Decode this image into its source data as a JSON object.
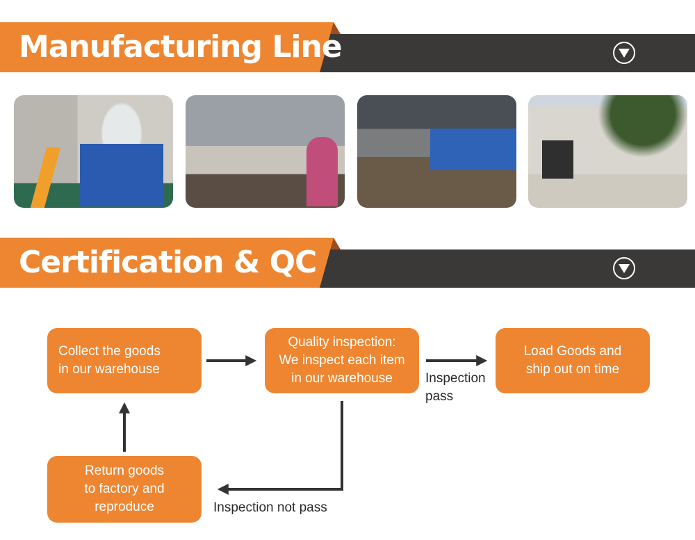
{
  "sections": [
    {
      "title": "Manufacturing Line",
      "toggle_icon": "chevron-down-circle-icon"
    },
    {
      "title": "Certification & QC",
      "toggle_icon": "chevron-down-circle-icon"
    }
  ],
  "photos": [
    {
      "label": "shoe injection molding machine"
    },
    {
      "label": "sewing workshop"
    },
    {
      "label": "assembly line"
    },
    {
      "label": "factory building exterior"
    }
  ],
  "flow": {
    "steps": [
      {
        "text": "Collect the goods\nin our warehouse"
      },
      {
        "text": "Quality inspection:\nWe inspect each item\nin our warehouse"
      },
      {
        "text": "Load Goods and\nship out on time"
      },
      {
        "text": "Return goods\nto factory and\nreproduce"
      }
    ],
    "labels": {
      "pass": "Inspection\npass",
      "not_pass": "Inspection not pass"
    }
  },
  "colors": {
    "accent": "#ee8631",
    "dark_band": "#3a3938",
    "fold": "#a24b1d",
    "arrow": "#333333"
  }
}
